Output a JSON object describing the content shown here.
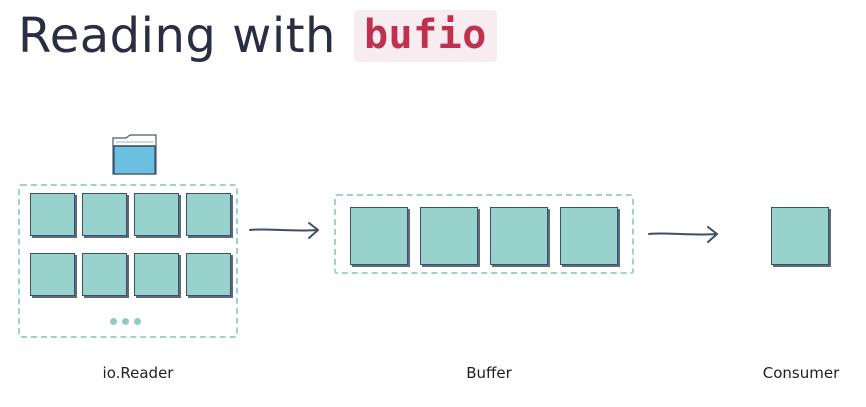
{
  "title": {
    "text": "Reading with",
    "code": "bufio"
  },
  "labels": {
    "reader": "io.Reader",
    "buffer": "Buffer",
    "consumer": "Consumer"
  },
  "reader": {
    "block_count": 8,
    "more_indicator": "ellipsis-dots"
  },
  "buffer": {
    "block_count": 4
  },
  "consumer": {
    "block_count": 1
  },
  "icons": [
    "folder-icon",
    "arrow-right-icon"
  ],
  "colors": {
    "block": "#98d2cc",
    "dashed_border": "#9ed3ca",
    "code": "#c0304f",
    "title": "#2b2d42",
    "folder": "#6bbfe0"
  }
}
